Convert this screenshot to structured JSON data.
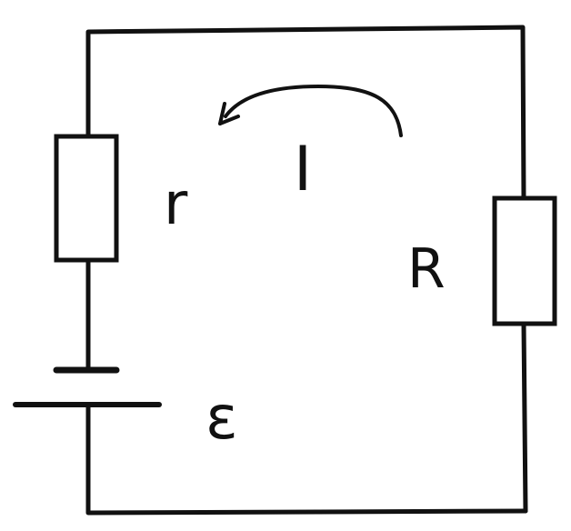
{
  "diagram": {
    "labels": {
      "internal_resistance": "r",
      "current": "I",
      "load_resistance": "R",
      "emf": "ε"
    },
    "colors": {
      "line": "#111111",
      "background": "#ffffff"
    }
  }
}
